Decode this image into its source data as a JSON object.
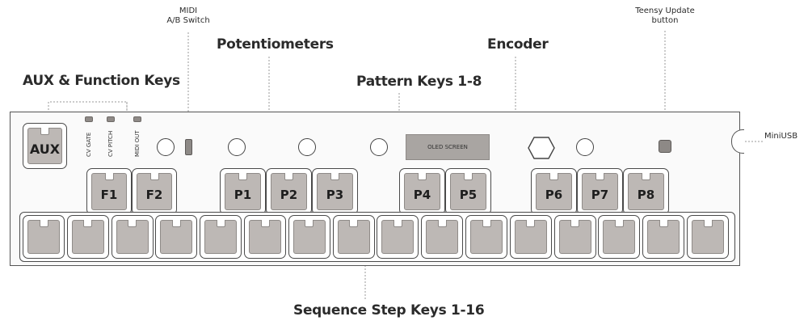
{
  "labels": {
    "aux_function": "AUX & Function Keys",
    "midi_switch_line1": "MIDI",
    "midi_switch_line2": "A/B Switch",
    "potentiometers": "Potentiometers",
    "pattern_keys": "Pattern Keys 1-8",
    "encoder": "Encoder",
    "teensy_line1": "Teensy Update",
    "teensy_line2": "button",
    "miniusb": "MiniUSB",
    "sequence_keys": "Sequence Step Keys 1-16"
  },
  "jacks": [
    "CV GATE",
    "CV PITCH",
    "MIDI OUT"
  ],
  "oled_label": "OLED SCREEN",
  "aux_key": "AUX",
  "function_keys": [
    "F1",
    "F2"
  ],
  "pattern_keys": [
    "P1",
    "P2",
    "P3",
    "P4",
    "P5",
    "P6",
    "P7",
    "P8"
  ],
  "sequence_step_count": 16,
  "colors": {
    "key_cap": "#bdb8b5",
    "outline": "#4a4a4a",
    "oled": "#a9a5a2",
    "leader_lines": "#9a9a9a"
  }
}
